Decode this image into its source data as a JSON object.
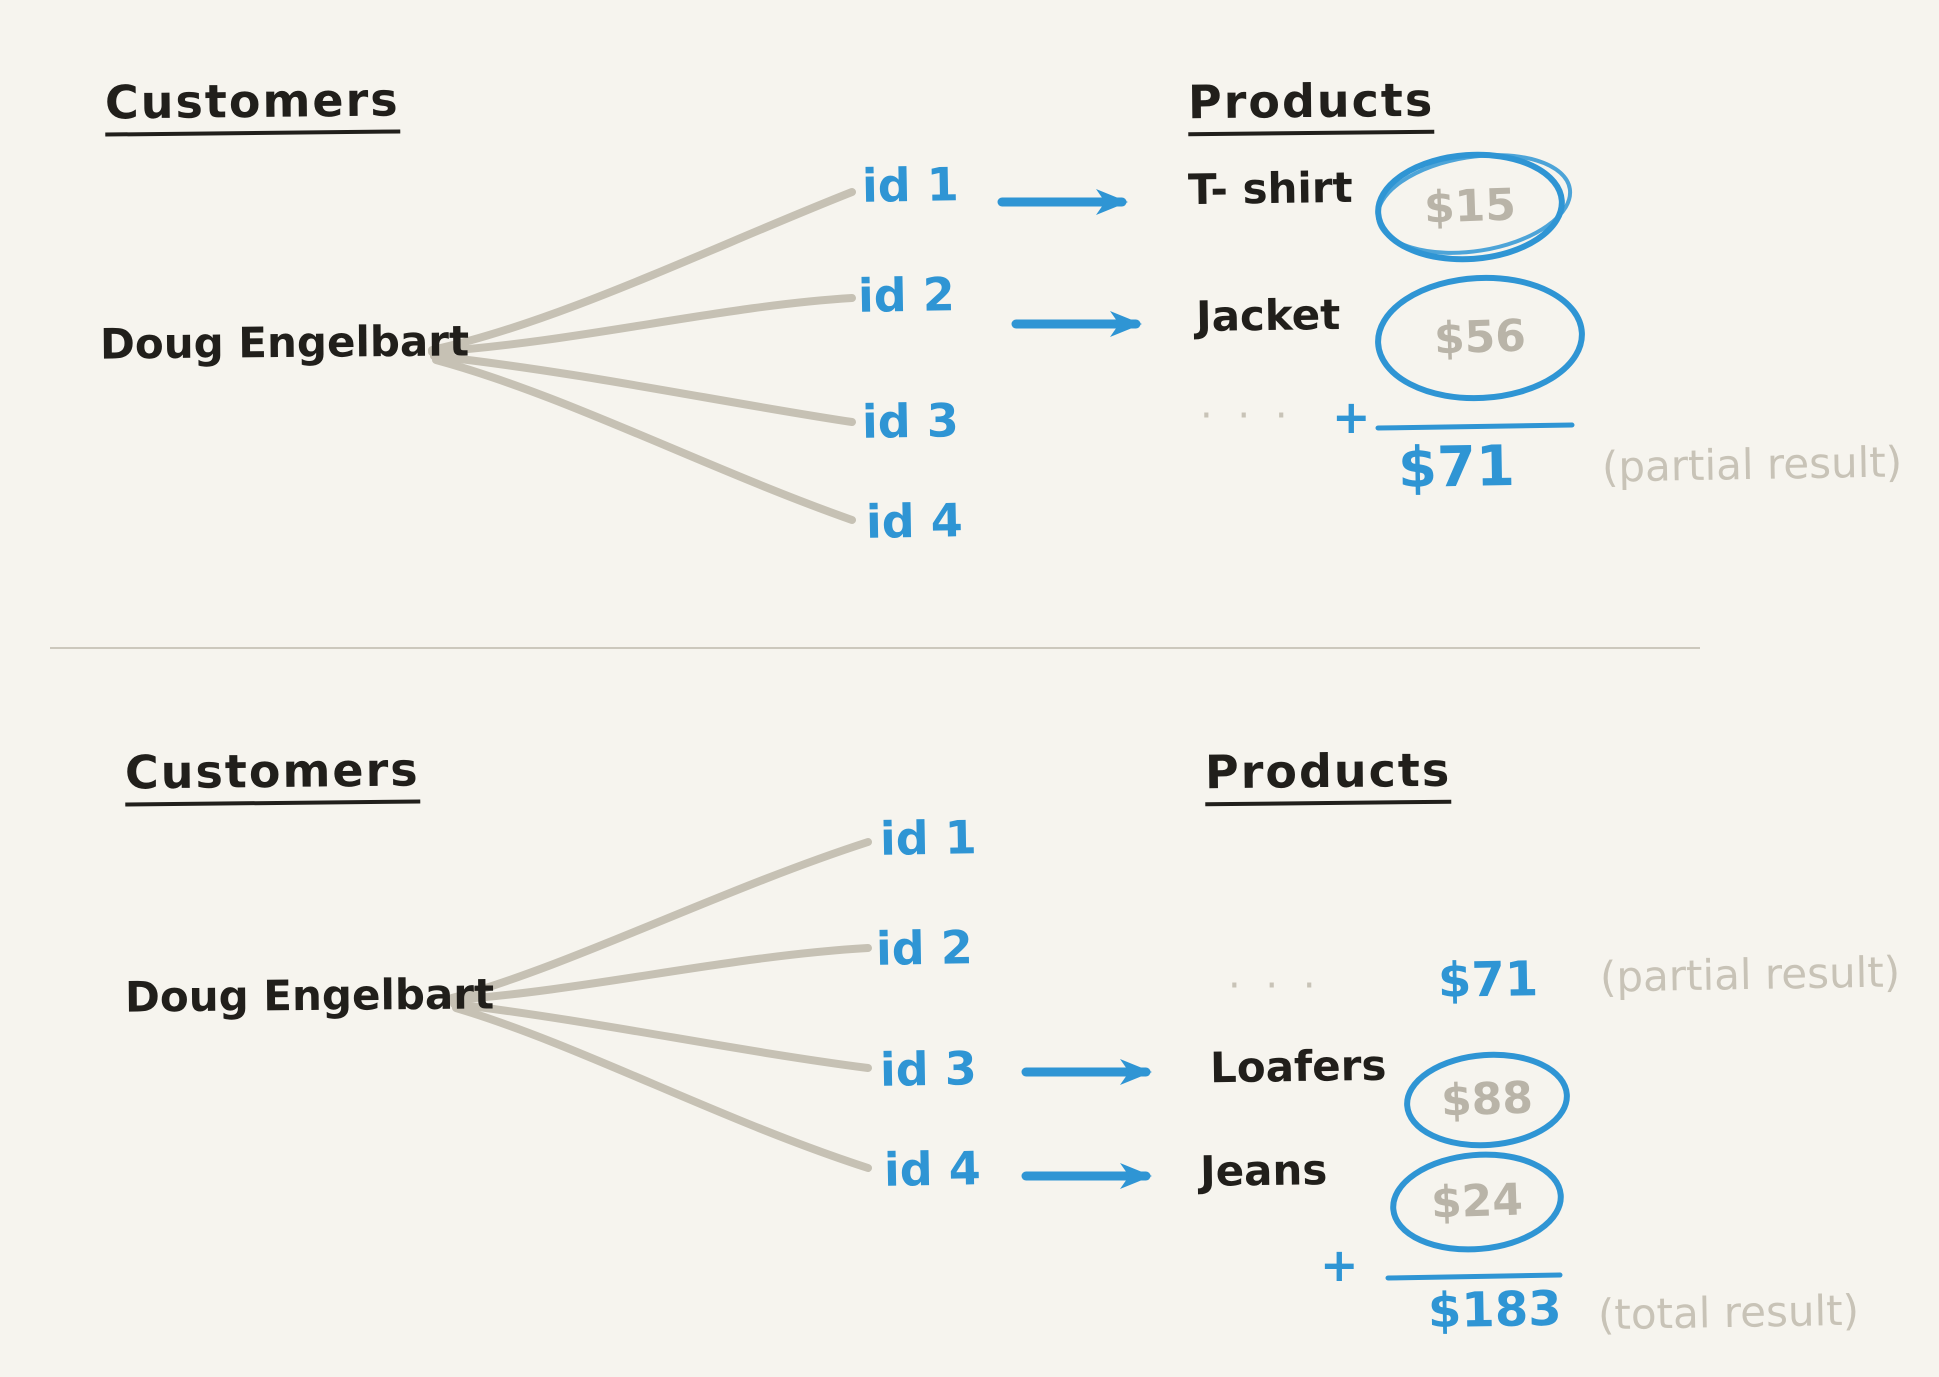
{
  "colors": {
    "bg": "#f6f4ee",
    "ink": "#211f1b",
    "blue": "#2f95d4",
    "fanline": "#c6c1b4",
    "graytext": "#b9b4a8",
    "lightgray": "#c8c3b7",
    "divider": "#ccc8bd"
  },
  "top": {
    "customers_heading": "Customers",
    "products_heading": "Products",
    "customer_name": "Doug Engelbart",
    "ids": [
      "id 1",
      "id 2",
      "id 3",
      "id 4"
    ],
    "rows": [
      {
        "product": "T- shirt",
        "price": "$15"
      },
      {
        "product": "Jacket",
        "price": "$56"
      }
    ],
    "ellipsis": "· · ·",
    "plus": "+",
    "sum": "$71",
    "annotation": "(partial result)"
  },
  "bottom": {
    "customers_heading": "Customers",
    "products_heading": "Products",
    "customer_name": "Doug Engelbart",
    "ids": [
      "id 1",
      "id 2",
      "id 3",
      "id 4"
    ],
    "ellipsis": "· · ·",
    "partial_sum": "$71",
    "partial_annotation": "(partial result)",
    "rows": [
      {
        "product": "Loafers",
        "price": "$88"
      },
      {
        "product": "Jeans",
        "price": "$24"
      }
    ],
    "plus": "+",
    "total": "$183",
    "total_annotation": "(total result)"
  }
}
